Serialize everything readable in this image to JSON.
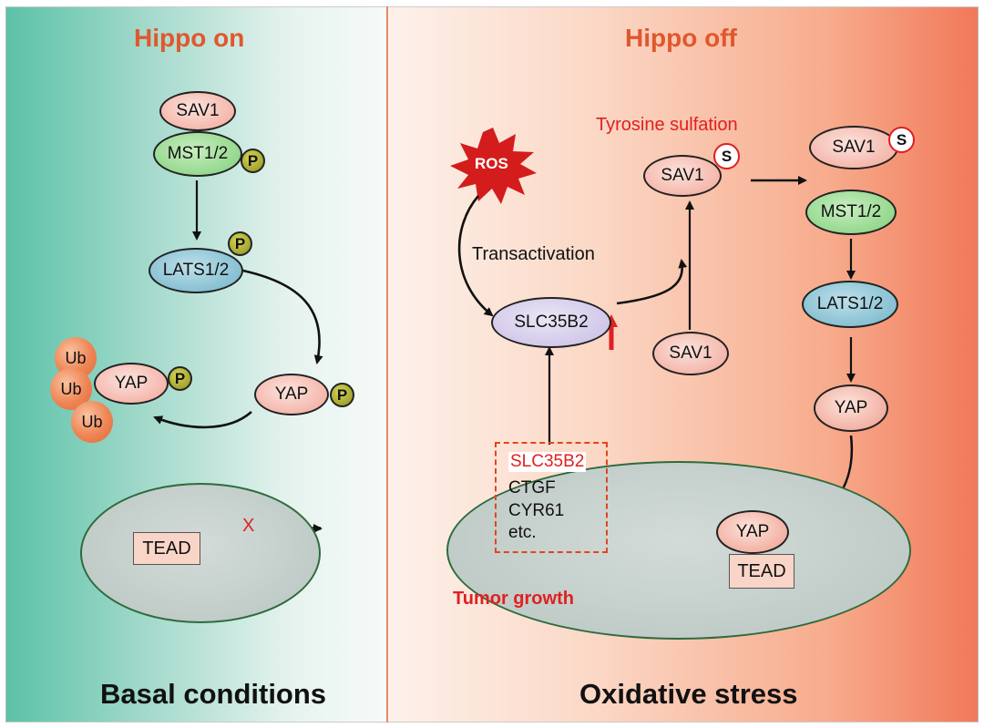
{
  "left": {
    "title": "Hippo on",
    "footer": "Basal conditions",
    "nodes": {
      "sav1": "SAV1",
      "mst": "MST1/2",
      "lats": "LATS1/2",
      "yap_right": "YAP",
      "yap_left": "YAP",
      "tead": "TEAD"
    },
    "phospho": "P",
    "ubiquitin": [
      "Ub",
      "Ub",
      "Ub"
    ],
    "block_mark": "X"
  },
  "right": {
    "title": "Hippo off",
    "footer": "Oxidative stress",
    "ros": "ROS",
    "transactivation": "Transactivation",
    "tyrosine_sulfation": "Tyrosine sulfation",
    "slc35b2": "SLC35B2",
    "sav1_sulfated": "SAV1",
    "sav1_plain": "SAV1",
    "sulfation_badge": "S",
    "cascade": {
      "sav1": "SAV1",
      "mst": "MST1/2",
      "lats": "LATS1/2",
      "yap": "YAP"
    },
    "nucleus_yap": "YAP",
    "nucleus_tead": "TEAD",
    "target_genes": [
      "SLC35B2",
      "CTGF",
      "CYR61",
      "etc."
    ],
    "tumor_growth": "Tumor growth"
  },
  "colors": {
    "title_orange": "#e0572e",
    "red_accent": "#e02020",
    "dna_blue": "#3a4f8f"
  }
}
